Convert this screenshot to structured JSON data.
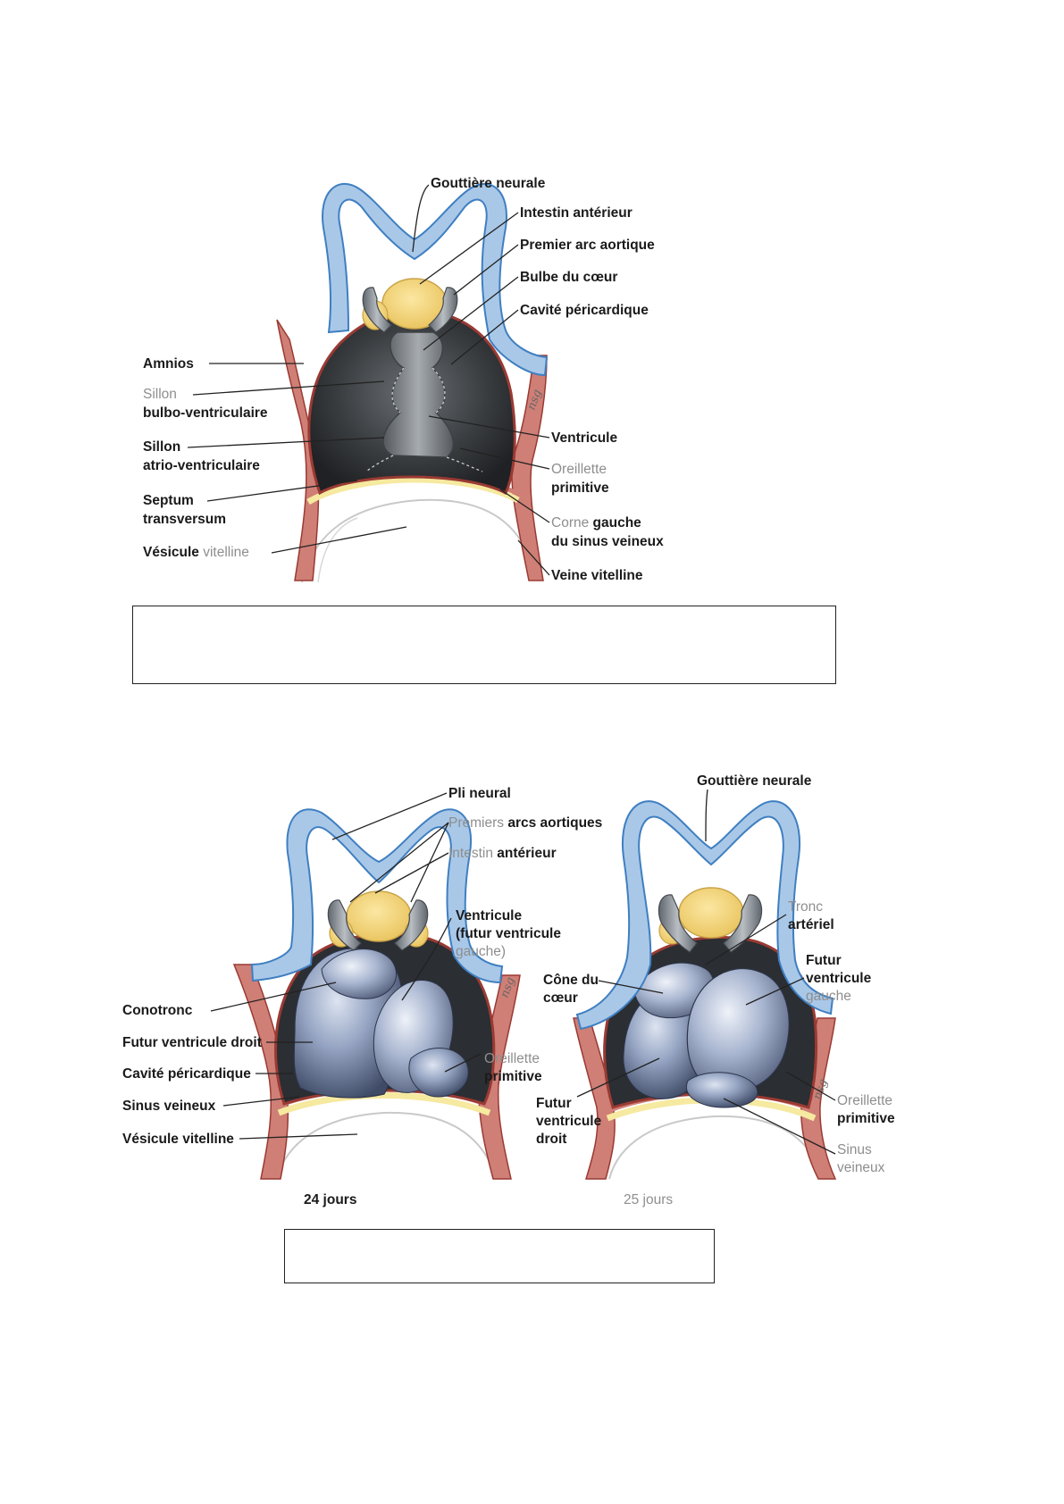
{
  "figure_1": {
    "labels_right": [
      {
        "id": "gouttiere",
        "parts": [
          {
            "t": "Gouttière neurale"
          }
        ]
      },
      {
        "id": "intestin",
        "parts": [
          {
            "t": "Intestin antérieur"
          }
        ]
      },
      {
        "id": "arc",
        "parts": [
          {
            "t": "Premier arc aortique"
          }
        ]
      },
      {
        "id": "bulbe",
        "parts": [
          {
            "t": "Bulbe du cœur"
          }
        ]
      },
      {
        "id": "cavite",
        "parts": [
          {
            "t": "Cavité péricardique"
          }
        ]
      },
      {
        "id": "ventricule",
        "parts": [
          {
            "t": "Ventricule"
          }
        ]
      },
      {
        "id": "oreillette-1",
        "parts": [
          {
            "t": "Oreillette",
            "light": true
          }
        ]
      },
      {
        "id": "oreillette-2",
        "parts": [
          {
            "t": "primitive"
          }
        ]
      },
      {
        "id": "corne-1",
        "parts": [
          {
            "t": "Corne ",
            "light": true
          },
          {
            "t": "gauche"
          }
        ]
      },
      {
        "id": "corne-2",
        "parts": [
          {
            "t": "du sinus veineux"
          }
        ]
      },
      {
        "id": "veine",
        "parts": [
          {
            "t": "Veine vitelline"
          }
        ]
      }
    ],
    "labels_left": [
      {
        "id": "amnios",
        "parts": [
          {
            "t": "Amnios"
          }
        ]
      },
      {
        "id": "sillon-bv-1",
        "parts": [
          {
            "t": "Sillon",
            "light": true
          }
        ]
      },
      {
        "id": "sillon-bv-2",
        "parts": [
          {
            "t": "bulbo-ventriculaire"
          }
        ]
      },
      {
        "id": "sillon-av-1",
        "parts": [
          {
            "t": "Sillon"
          }
        ]
      },
      {
        "id": "sillon-av-2",
        "parts": [
          {
            "t": "atrio-ventriculaire"
          }
        ]
      },
      {
        "id": "septum-1",
        "parts": [
          {
            "t": "Septum"
          }
        ]
      },
      {
        "id": "septum-2",
        "parts": [
          {
            "t": "transversum"
          }
        ]
      },
      {
        "id": "vesicule",
        "parts": [
          {
            "t": "Vésicule "
          },
          {
            "t": "vitelline",
            "light": true
          }
        ]
      }
    ],
    "signature": "nsg",
    "caption_box": ""
  },
  "figure_2": {
    "labels": [
      {
        "id": "pli",
        "parts": [
          {
            "t": "Pli neural"
          }
        ]
      },
      {
        "id": "arcs",
        "parts": [
          {
            "t": "Premiers ",
            "light": true
          },
          {
            "t": "arcs aortiques"
          }
        ]
      },
      {
        "id": "intestin",
        "parts": [
          {
            "t": "Intestin ",
            "light": true
          },
          {
            "t": "antérieur"
          }
        ]
      },
      {
        "id": "ventricule-1",
        "parts": [
          {
            "t": "Ventricule"
          }
        ]
      },
      {
        "id": "ventricule-2",
        "parts": [
          {
            "t": "(futur ventricule"
          }
        ]
      },
      {
        "id": "ventricule-3",
        "parts": [
          {
            "t": "gauche)",
            "light": true
          }
        ]
      },
      {
        "id": "conotronc",
        "parts": [
          {
            "t": "Conotronc"
          }
        ]
      },
      {
        "id": "futur-vd",
        "parts": [
          {
            "t": "Futur ventricule droit"
          }
        ]
      },
      {
        "id": "cavite",
        "parts": [
          {
            "t": "Cavité péricardique"
          }
        ]
      },
      {
        "id": "sinus",
        "parts": [
          {
            "t": "Sinus veineux"
          }
        ]
      },
      {
        "id": "vesicule",
        "parts": [
          {
            "t": "Vésicule vitelline"
          }
        ]
      },
      {
        "id": "oreillette-1",
        "parts": [
          {
            "t": "Oreillette",
            "light": true
          }
        ]
      },
      {
        "id": "oreillette-2",
        "parts": [
          {
            "t": "primitive"
          }
        ]
      },
      {
        "id": "jours-24",
        "parts": [
          {
            "t": "24 jours"
          }
        ]
      }
    ],
    "signature": "nsg"
  },
  "figure_3": {
    "labels": [
      {
        "id": "gouttiere",
        "parts": [
          {
            "t": "Gouttière neurale"
          }
        ]
      },
      {
        "id": "tronc-1",
        "parts": [
          {
            "t": "Tronc",
            "light": true
          }
        ]
      },
      {
        "id": "tronc-2",
        "parts": [
          {
            "t": "artériel"
          }
        ]
      },
      {
        "id": "futur-vg-1",
        "parts": [
          {
            "t": "Futur"
          }
        ]
      },
      {
        "id": "futur-vg-2",
        "parts": [
          {
            "t": "ventricule"
          }
        ]
      },
      {
        "id": "futur-vg-3",
        "parts": [
          {
            "t": "gauche",
            "light": true
          }
        ]
      },
      {
        "id": "cone-1",
        "parts": [
          {
            "t": "Cône du"
          }
        ]
      },
      {
        "id": "cone-2",
        "parts": [
          {
            "t": "cœur"
          }
        ]
      },
      {
        "id": "futur-vd-1",
        "parts": [
          {
            "t": "Futur"
          }
        ]
      },
      {
        "id": "futur-vd-2",
        "parts": [
          {
            "t": "ventricule"
          }
        ]
      },
      {
        "id": "futur-vd-3",
        "parts": [
          {
            "t": "droit"
          }
        ]
      },
      {
        "id": "oreillette-1",
        "parts": [
          {
            "t": "Oreillette",
            "light": true
          }
        ]
      },
      {
        "id": "oreillette-2",
        "parts": [
          {
            "t": "primitive"
          }
        ]
      },
      {
        "id": "sinus-1",
        "parts": [
          {
            "t": "Sinus",
            "light": true
          }
        ]
      },
      {
        "id": "sinus-2",
        "parts": [
          {
            "t": "veineux",
            "light": true
          }
        ]
      },
      {
        "id": "jours-25",
        "parts": [
          {
            "t": "25 jours",
            "light": true
          }
        ]
      }
    ],
    "signature": "nsg",
    "caption_box": ""
  },
  "colors": {
    "neural": "#a9c8e8",
    "neural_edge": "#3f7fc1",
    "foregut": "#f3d57a",
    "foregut_edge": "#caa44a",
    "arch": "#8f979f",
    "pericardium": "#cf7f76",
    "pericardium_edge": "#9a3a33",
    "yolk_layer": "#f6e9a0",
    "heart_dark": "#2f3235",
    "heart_tube": "#80868c",
    "heart_blue": "#8fa0bf"
  }
}
